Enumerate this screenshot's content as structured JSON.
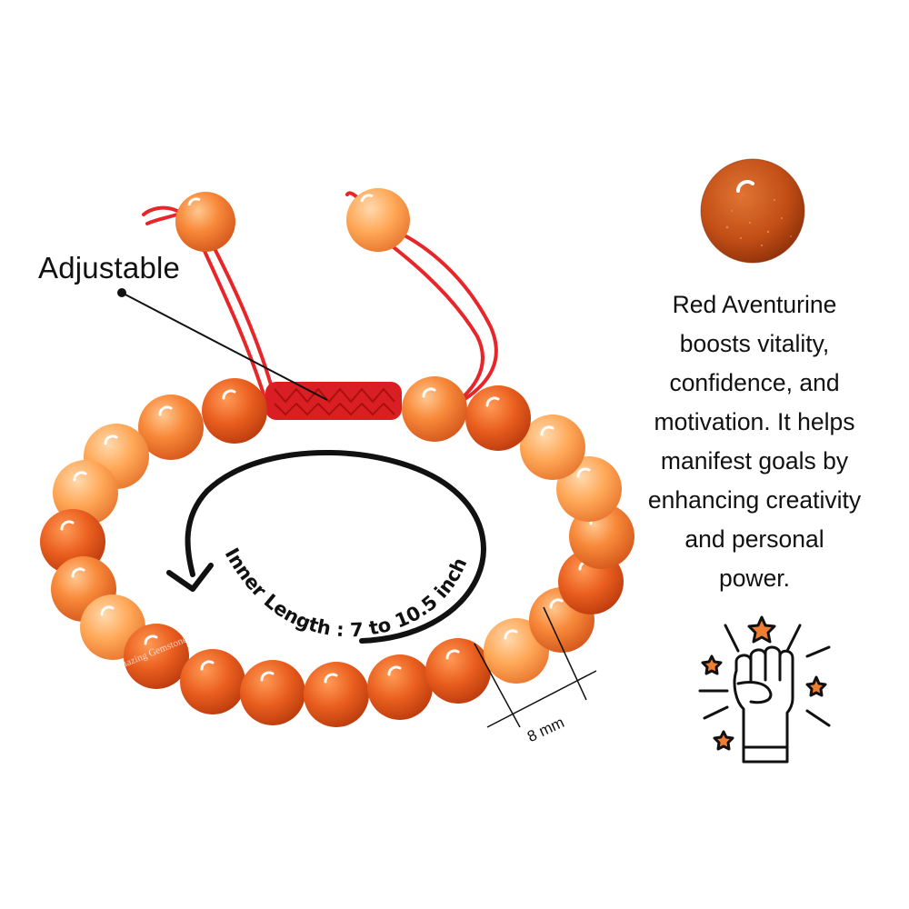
{
  "labels": {
    "adjustable": "Adjustable",
    "inner_length": "Inner Length : 7 to 10.5 inch",
    "bead_size": "8 mm",
    "watermark": "Amazing Gemstones"
  },
  "description_lines": [
    "Red Aventurine",
    "boosts vitality,",
    "confidence, and",
    "motivation. It helps",
    "manifest goals by",
    "enhancing creativity",
    "and personal",
    "power."
  ],
  "icons": {
    "gem_sample": "red-aventurine-sphere-icon",
    "empowerment": "raised-fist-stars-icon"
  },
  "colors": {
    "bead_light": "#ffb067",
    "bead_mid": "#f57a2e",
    "bead_dark": "#c84410",
    "cord": "#e8262a",
    "star_fill": "#ef7d32",
    "text": "#111111"
  }
}
